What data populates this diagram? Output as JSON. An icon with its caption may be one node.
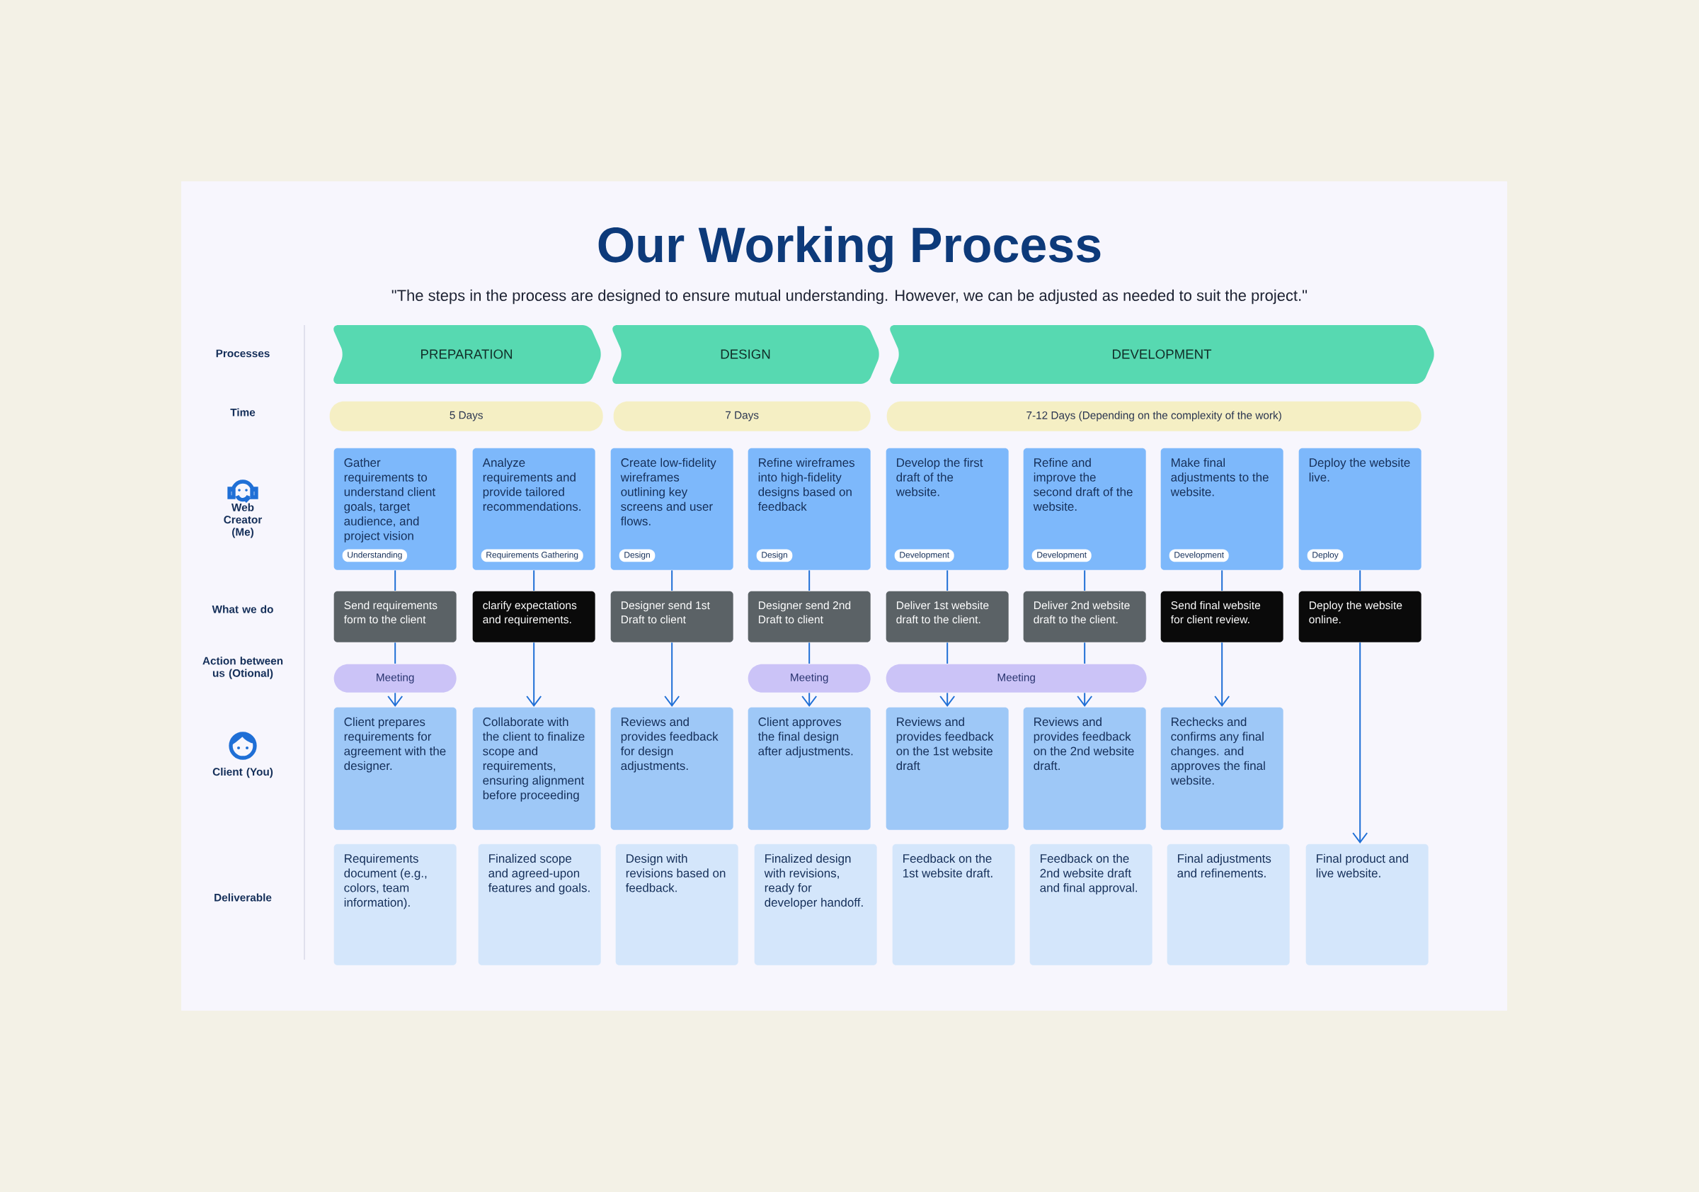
{
  "diagram": {
    "title": "Our Working Process",
    "caption": "\"The steps in the process are designed to ensure mutual understanding. However, we can be adjusted as needed to suit the project.\"",
    "nodes": [
      {
        "text": [
          "PREPARATION"
        ]
      },
      {
        "text": [
          "DESIGN"
        ]
      },
      {
        "text": [
          "DEVELOPMENT"
        ]
      },
      {
        "text": [
          "5 Days"
        ]
      },
      {
        "text": [
          "7 Days"
        ]
      },
      {
        "text": [
          "7-12 Days (Depending on the complexity of the work)"
        ]
      },
      {
        "text": [
          "Gather requirements to understand client goals, target audience, and project vision",
          "Understanding"
        ]
      },
      {
        "text": [
          "Analyze requirements and provide tailored recommendations.",
          "Requirements Gathering"
        ]
      },
      {
        "text": [
          "Create low-fidelity wireframes outlining key screens and user flows.",
          "Design"
        ]
      },
      {
        "text": [
          "Refine wireframes into high-fidelity designs based on feedback",
          "Design"
        ]
      },
      {
        "text": [
          "Develop the first draft of the website.",
          "Development"
        ]
      },
      {
        "text": [
          "Refine and improve the second draft of the website.",
          "Development"
        ]
      },
      {
        "text": [
          "Make final adjustments to the website.",
          "Development"
        ]
      },
      {
        "text": [
          "Deploy the website live.",
          "Deploy"
        ]
      },
      {
        "text": [
          "Send requirements form to the client"
        ]
      },
      {
        "text": [
          "clarify expectations and requirements."
        ]
      },
      {
        "text": [
          "Designer send 1st Draft to client"
        ]
      },
      {
        "text": [
          "Designer send 2nd Draft to client"
        ]
      },
      {
        "text": [
          "Deliver 1st website draft to the client."
        ]
      },
      {
        "text": [
          "Deliver 2nd website draft to the client."
        ]
      },
      {
        "text": [
          "Send final website for client review."
        ]
      },
      {
        "text": [
          "Deploy the website online."
        ]
      },
      {
        "text": [
          "Meeting"
        ]
      },
      {
        "text": [
          "Meeting"
        ]
      },
      {
        "text": [
          "Meeting"
        ]
      },
      {
        "text": [
          "Client prepares requirements for agreement with the designer."
        ]
      },
      {
        "text": [
          "Collaborate with the client to finalize scope and requirements, ensuring alignment before proceeding"
        ]
      },
      {
        "text": [
          "Reviews and provides feedback for design adjustments."
        ]
      },
      {
        "text": [
          "Client approves the final design after adjustments."
        ]
      },
      {
        "text": [
          "Reviews and provides feedback on the 1st website draft"
        ]
      },
      {
        "text": [
          "Reviews and provides feedback on the 2nd website draft."
        ]
      },
      {
        "text": [
          "Rechecks and confirms any final changes. and approves the final website."
        ]
      },
      {
        "text": [
          "Requirements document (e.g., colors, team information)."
        ]
      },
      {
        "text": [
          "Finalized scope and agreed-upon features and goals."
        ]
      },
      {
        "text": [
          "Design with revisions based on feedback."
        ]
      },
      {
        "text": [
          "Finalized design with revisions, ready for developer handoff."
        ]
      },
      {
        "text": [
          "Feedback on the 1st website draft."
        ]
      },
      {
        "text": [
          "Feedback on the 2nd website draft and final approval."
        ]
      },
      {
        "text": [
          "Final adjustments and refinements."
        ]
      },
      {
        "text": [
          "Final product and live website."
        ]
      }
    ],
    "edges": [
      {
        "from": 6,
        "to": 14,
        "arrow": "none"
      },
      {
        "from": 14,
        "to": 22,
        "arrow": "none"
      },
      {
        "from": 22,
        "to": 25,
        "arrow": "to"
      },
      {
        "from": 7,
        "to": 15,
        "arrow": "none"
      },
      {
        "from": 15,
        "to": 26,
        "arrow": "to"
      },
      {
        "from": 8,
        "to": 16,
        "arrow": "none"
      },
      {
        "from": 16,
        "to": 27,
        "arrow": "to"
      },
      {
        "from": 9,
        "to": 17,
        "arrow": "none"
      },
      {
        "from": 17,
        "to": 23,
        "arrow": "none"
      },
      {
        "from": 23,
        "to": 28,
        "arrow": "to"
      },
      {
        "from": 10,
        "to": 18,
        "arrow": "none"
      },
      {
        "from": 18,
        "to": 24,
        "arrow": "none"
      },
      {
        "from": 24,
        "to": 29,
        "arrow": "to"
      },
      {
        "from": 11,
        "to": 19,
        "arrow": "none"
      },
      {
        "from": 19,
        "to": 24,
        "arrow": "none"
      },
      {
        "from": 24,
        "to": 30,
        "arrow": "to"
      },
      {
        "from": 12,
        "to": 20,
        "arrow": "none"
      },
      {
        "from": 20,
        "to": 31,
        "arrow": "to"
      },
      {
        "from": 13,
        "to": 21,
        "arrow": "none"
      },
      {
        "from": 21,
        "to": 39,
        "arrow": "to"
      }
    ],
    "labels": [
      "Processes",
      "Time",
      "Web Creator (Me)",
      "What we do",
      "Action between us (Otional)",
      "Client (You)",
      "Deliverable"
    ]
  }
}
